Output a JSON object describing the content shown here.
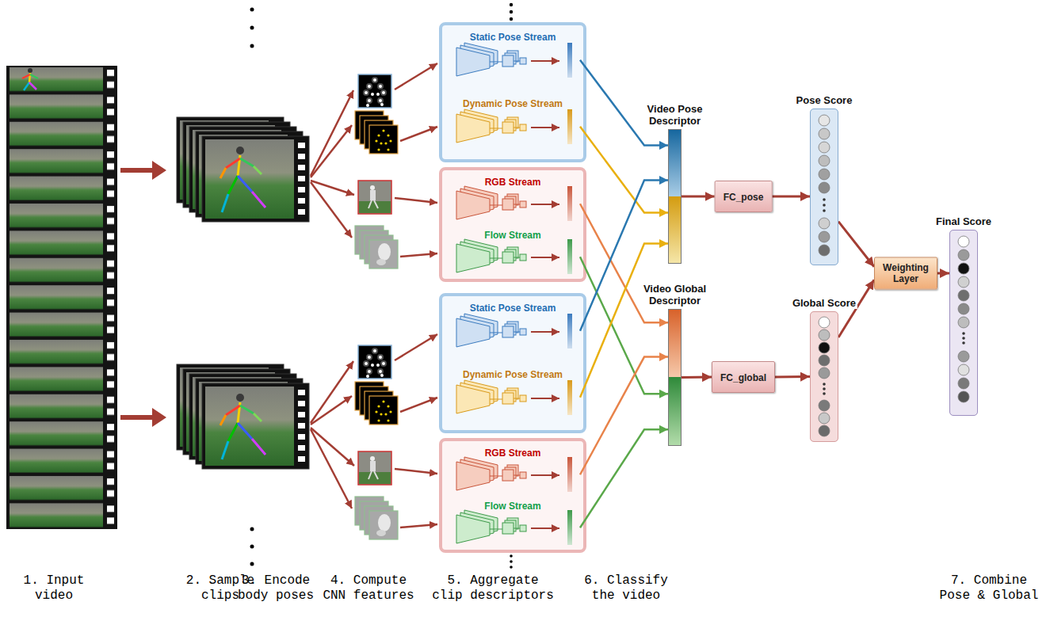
{
  "diagram": {
    "nodes": [
      {
        "text": [
          "Static Pose Stream"
        ]
      },
      {
        "text": [
          "Dynamic Pose Stream"
        ]
      },
      {
        "text": [
          "RGB Stream"
        ]
      },
      {
        "text": [
          "Flow Stream"
        ]
      },
      {
        "text": [
          "Static Pose Stream"
        ]
      },
      {
        "text": [
          "Dynamic Pose Stream"
        ]
      },
      {
        "text": [
          "RGB Stream"
        ]
      },
      {
        "text": [
          "Flow Stream"
        ]
      },
      {
        "text": [
          "Video Pose Descriptor"
        ]
      },
      {
        "text": [
          "Video Global Descriptor"
        ]
      },
      {
        "text": [
          "FC_pose"
        ]
      },
      {
        "text": [
          "FC_global"
        ]
      },
      {
        "text": [
          "Pose Score"
        ]
      },
      {
        "text": [
          "Global Score"
        ]
      },
      {
        "text": [
          "Weighting Layer"
        ]
      },
      {
        "text": [
          "Final Score"
        ]
      }
    ],
    "edges": [
      {
        "from": 0,
        "to": 8,
        "arrow": "to"
      },
      {
        "from": 1,
        "to": 8,
        "arrow": "to"
      },
      {
        "from": 2,
        "to": 9,
        "arrow": "to"
      },
      {
        "from": 3,
        "to": 9,
        "arrow": "to"
      },
      {
        "from": 4,
        "to": 8,
        "arrow": "to"
      },
      {
        "from": 5,
        "to": 8,
        "arrow": "to"
      },
      {
        "from": 6,
        "to": 9,
        "arrow": "to"
      },
      {
        "from": 7,
        "to": 9,
        "arrow": "to"
      },
      {
        "from": 8,
        "to": 10,
        "arrow": "to"
      },
      {
        "from": 9,
        "to": 11,
        "arrow": "to"
      },
      {
        "from": 10,
        "to": 12,
        "arrow": "to"
      },
      {
        "from": 11,
        "to": 13,
        "arrow": "to"
      },
      {
        "from": 12,
        "to": 14,
        "arrow": "to"
      },
      {
        "from": 13,
        "to": 14,
        "arrow": "to"
      },
      {
        "from": 14,
        "to": 15,
        "arrow": "to"
      }
    ],
    "labels": [
      "1. Input video",
      "2. Sample clips",
      "3. Encode body poses",
      "4. Compute CNN features",
      "5. Aggregate clip descriptors",
      "6. Classify the video",
      "7. Combine Pose & Global"
    ]
  }
}
